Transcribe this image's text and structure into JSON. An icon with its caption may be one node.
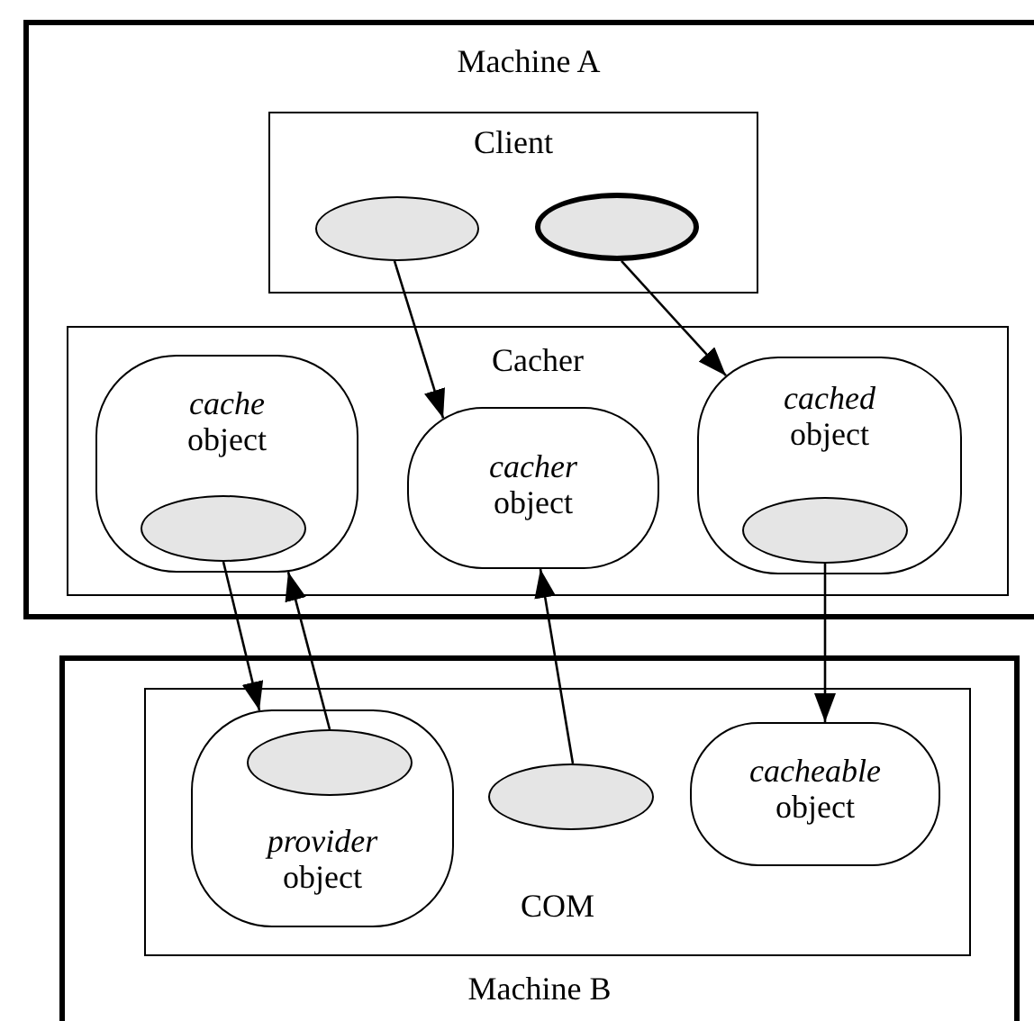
{
  "diagram": {
    "nodes": [
      {
        "text": [
          "Machine A"
        ]
      },
      {
        "text": [
          "Client"
        ],
        "in": 0
      },
      {
        "text": [],
        "shape": "ellipse",
        "in": 1
      },
      {
        "text": [],
        "shape": "ellipse",
        "in": 1
      },
      {
        "text": [
          "Cacher"
        ],
        "in": 0
      },
      {
        "text": [
          "*cache* object"
        ],
        "in": 4
      },
      {
        "text": [],
        "shape": "ellipse",
        "in": 5
      },
      {
        "text": [
          "*cacher* object"
        ],
        "in": 4
      },
      {
        "text": [
          "*cached* object"
        ],
        "in": 4
      },
      {
        "text": [],
        "shape": "ellipse",
        "in": 8
      },
      {
        "text": [
          "Machine B"
        ]
      },
      {
        "text": [
          "COM"
        ],
        "in": 10
      },
      {
        "text": [
          "*provider* object"
        ],
        "in": 11
      },
      {
        "text": [],
        "shape": "ellipse",
        "in": 12
      },
      {
        "text": [],
        "shape": "ellipse",
        "in": 11
      },
      {
        "text": [
          "*cacheable* object"
        ],
        "in": 11
      }
    ],
    "edges": [
      {
        "from": 2,
        "to": 7,
        "arrow": "to"
      },
      {
        "from": 3,
        "to": 8,
        "arrow": "to"
      },
      {
        "from": 6,
        "to": 12,
        "arrow": "to"
      },
      {
        "from": 13,
        "to": 5,
        "arrow": "to"
      },
      {
        "from": 14,
        "to": 7,
        "arrow": "to"
      },
      {
        "from": 9,
        "to": 15,
        "arrow": "to"
      }
    ]
  }
}
